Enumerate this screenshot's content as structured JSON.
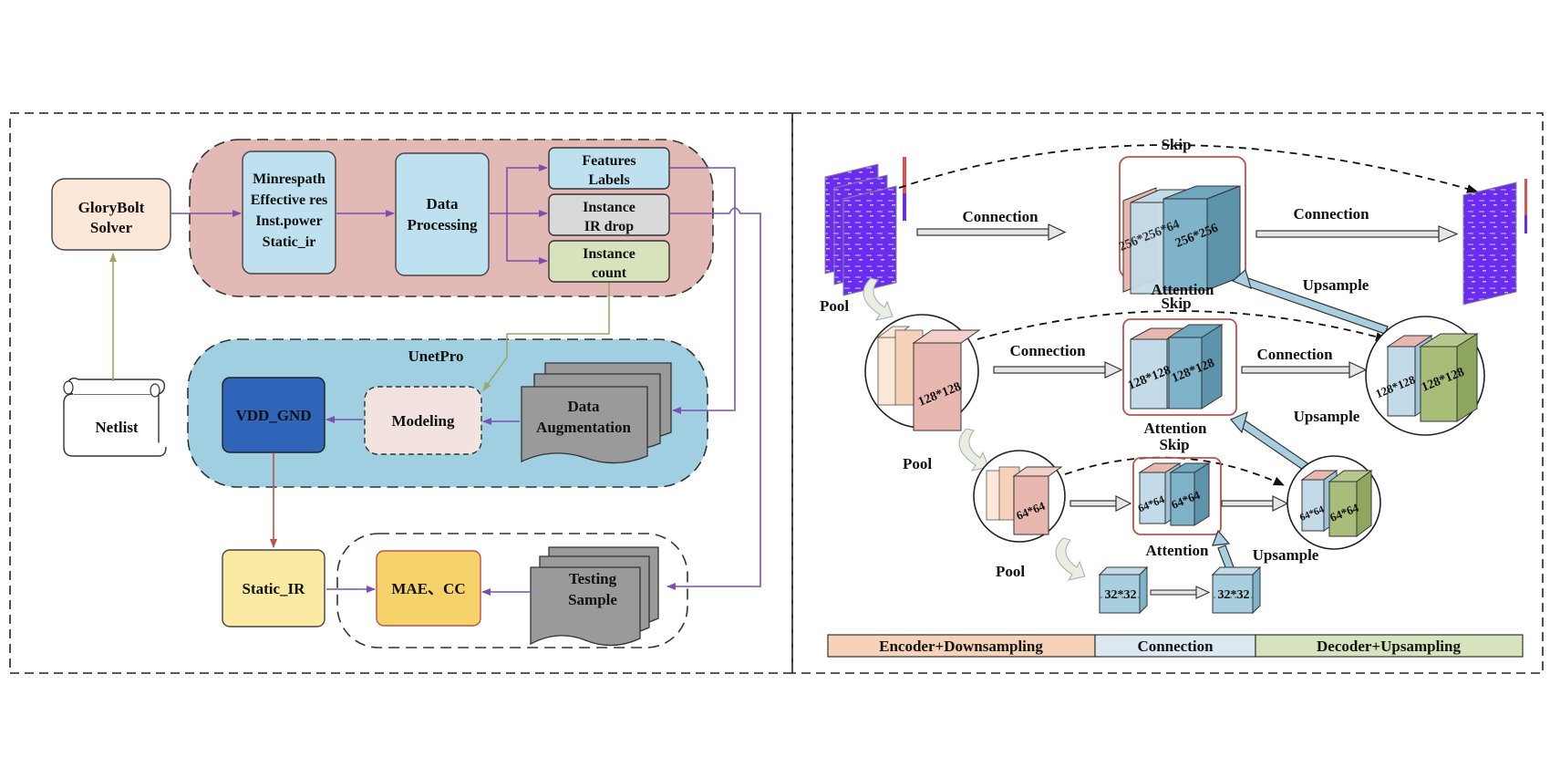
{
  "left_panel": {
    "glorybolt": [
      "GloryBolt",
      "Solver"
    ],
    "netlist": "Netlist",
    "features": [
      "Minrespath",
      "Effective res",
      "Inst.power",
      "Static_ir"
    ],
    "data_processing": [
      "Data",
      "Processing"
    ],
    "features_labels": [
      "Features",
      "Labels"
    ],
    "instance_ir_drop": [
      "Instance",
      "IR drop"
    ],
    "instance_count": [
      "Instance",
      "count"
    ],
    "unetpro": "UnetPro",
    "vdd_gnd": "VDD_GND",
    "modeling": "Modeling",
    "data_augmentation": [
      "Data",
      "Augmentation"
    ],
    "static_ir": "Static_IR",
    "mae_cc": "MAE、CC",
    "testing_sample": [
      "Testing",
      "Sample"
    ]
  },
  "right_panel": {
    "skip": "Skip",
    "connection": "Connection",
    "attention": "Attention",
    "upsample": "Upsample",
    "pool": "Pool",
    "sizes": {
      "s256a": "256*256*64",
      "s256": "256*256",
      "s128": "128*128",
      "s64": "64*64",
      "s32": "32*32"
    },
    "legend": [
      "Encoder+Downsampling",
      "Connection",
      "Decoder+Upsampling"
    ]
  },
  "colors": {
    "purple_arrow": "#7b4fb3",
    "green_arrow": "#9aa866",
    "red_arrow": "#c0504d",
    "pink_group": "#e3b9b5",
    "blue_group": "#9fcfe0",
    "light_blue": "#bfe0ee",
    "dark_blue": "#2f64b8",
    "peach": "#fbe8d8",
    "yellow": "#fbeaa4",
    "orange_yellow": "#f6d36a",
    "legend_encoder": "#f6d2b8",
    "legend_connection": "#dbe8f2",
    "legend_decoder": "#d6e3bc"
  }
}
